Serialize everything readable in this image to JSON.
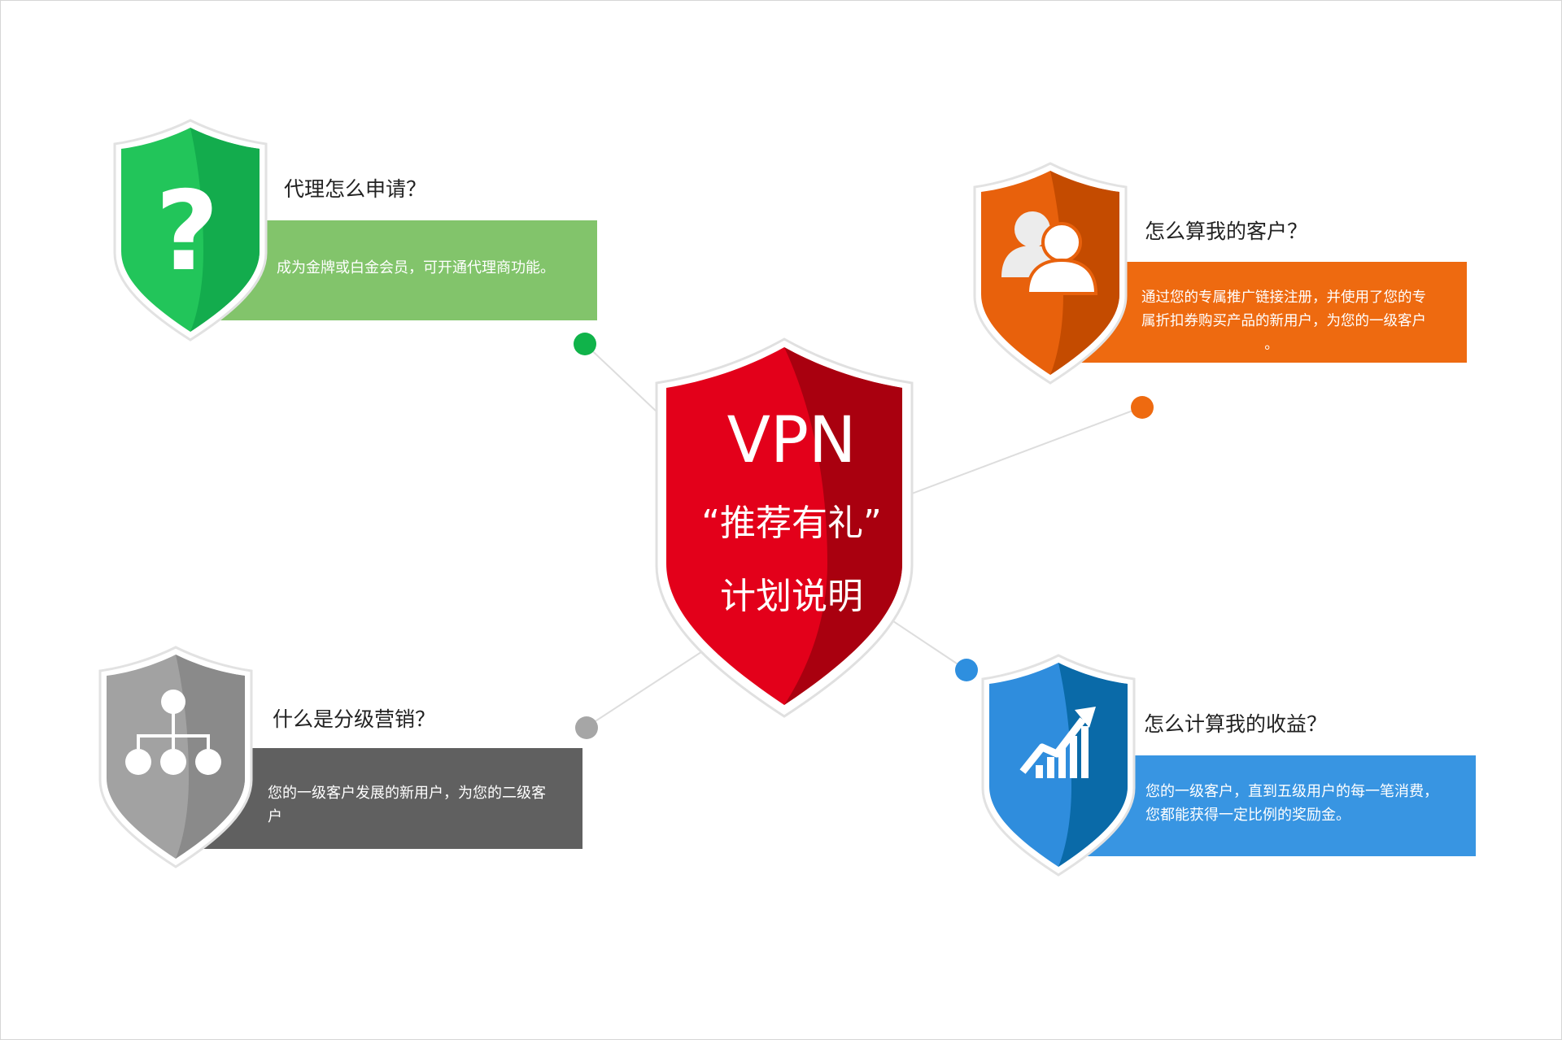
{
  "center": {
    "line1": "VPN",
    "line2": "“推荐有礼”",
    "line3": "计划说明",
    "color": "#e3001a",
    "shade": "#a9000f"
  },
  "items": [
    {
      "title": "代理怎么申请？",
      "desc": [
        "成为金牌或白金会员，可开通代理商功能。"
      ],
      "icon": "question-mark-icon",
      "icon_glyph": "?",
      "shield_color": "#22c55a",
      "shield_shade": "#13ac4d",
      "box_color": "#82c46b",
      "dot_color": "#10b34a"
    },
    {
      "title": "怎么算我的客户？",
      "desc": [
        "通过您的专属推广链接注册，并使用了您的专",
        "属折扣券购买产品的新用户，为您的一级客户",
        "。"
      ],
      "icon": "users-icon",
      "shield_color": "#e8610c",
      "shield_shade": "#c44b00",
      "box_color": "#ee6a10",
      "dot_color": "#ee6a10"
    },
    {
      "title": "什么是分级营销？",
      "desc": [
        "您的一级客户发展的新用户，为您的二级客",
        "户"
      ],
      "icon": "hierarchy-icon",
      "shield_color": "#a2a2a2",
      "shield_shade": "#8a8a8a",
      "box_color": "#606060",
      "dot_color": "#a6a6a6"
    },
    {
      "title": "怎么计算我的收益？",
      "desc": [
        "您的一级客户，直到五级用户的每一笔消费，",
        "您都能获得一定比例的奖励金。"
      ],
      "icon": "growth-chart-icon",
      "shield_color": "#2f8ddd",
      "shield_shade": "#0a6aa8",
      "box_color": "#3895e2",
      "dot_color": "#2e8fdf"
    }
  ]
}
